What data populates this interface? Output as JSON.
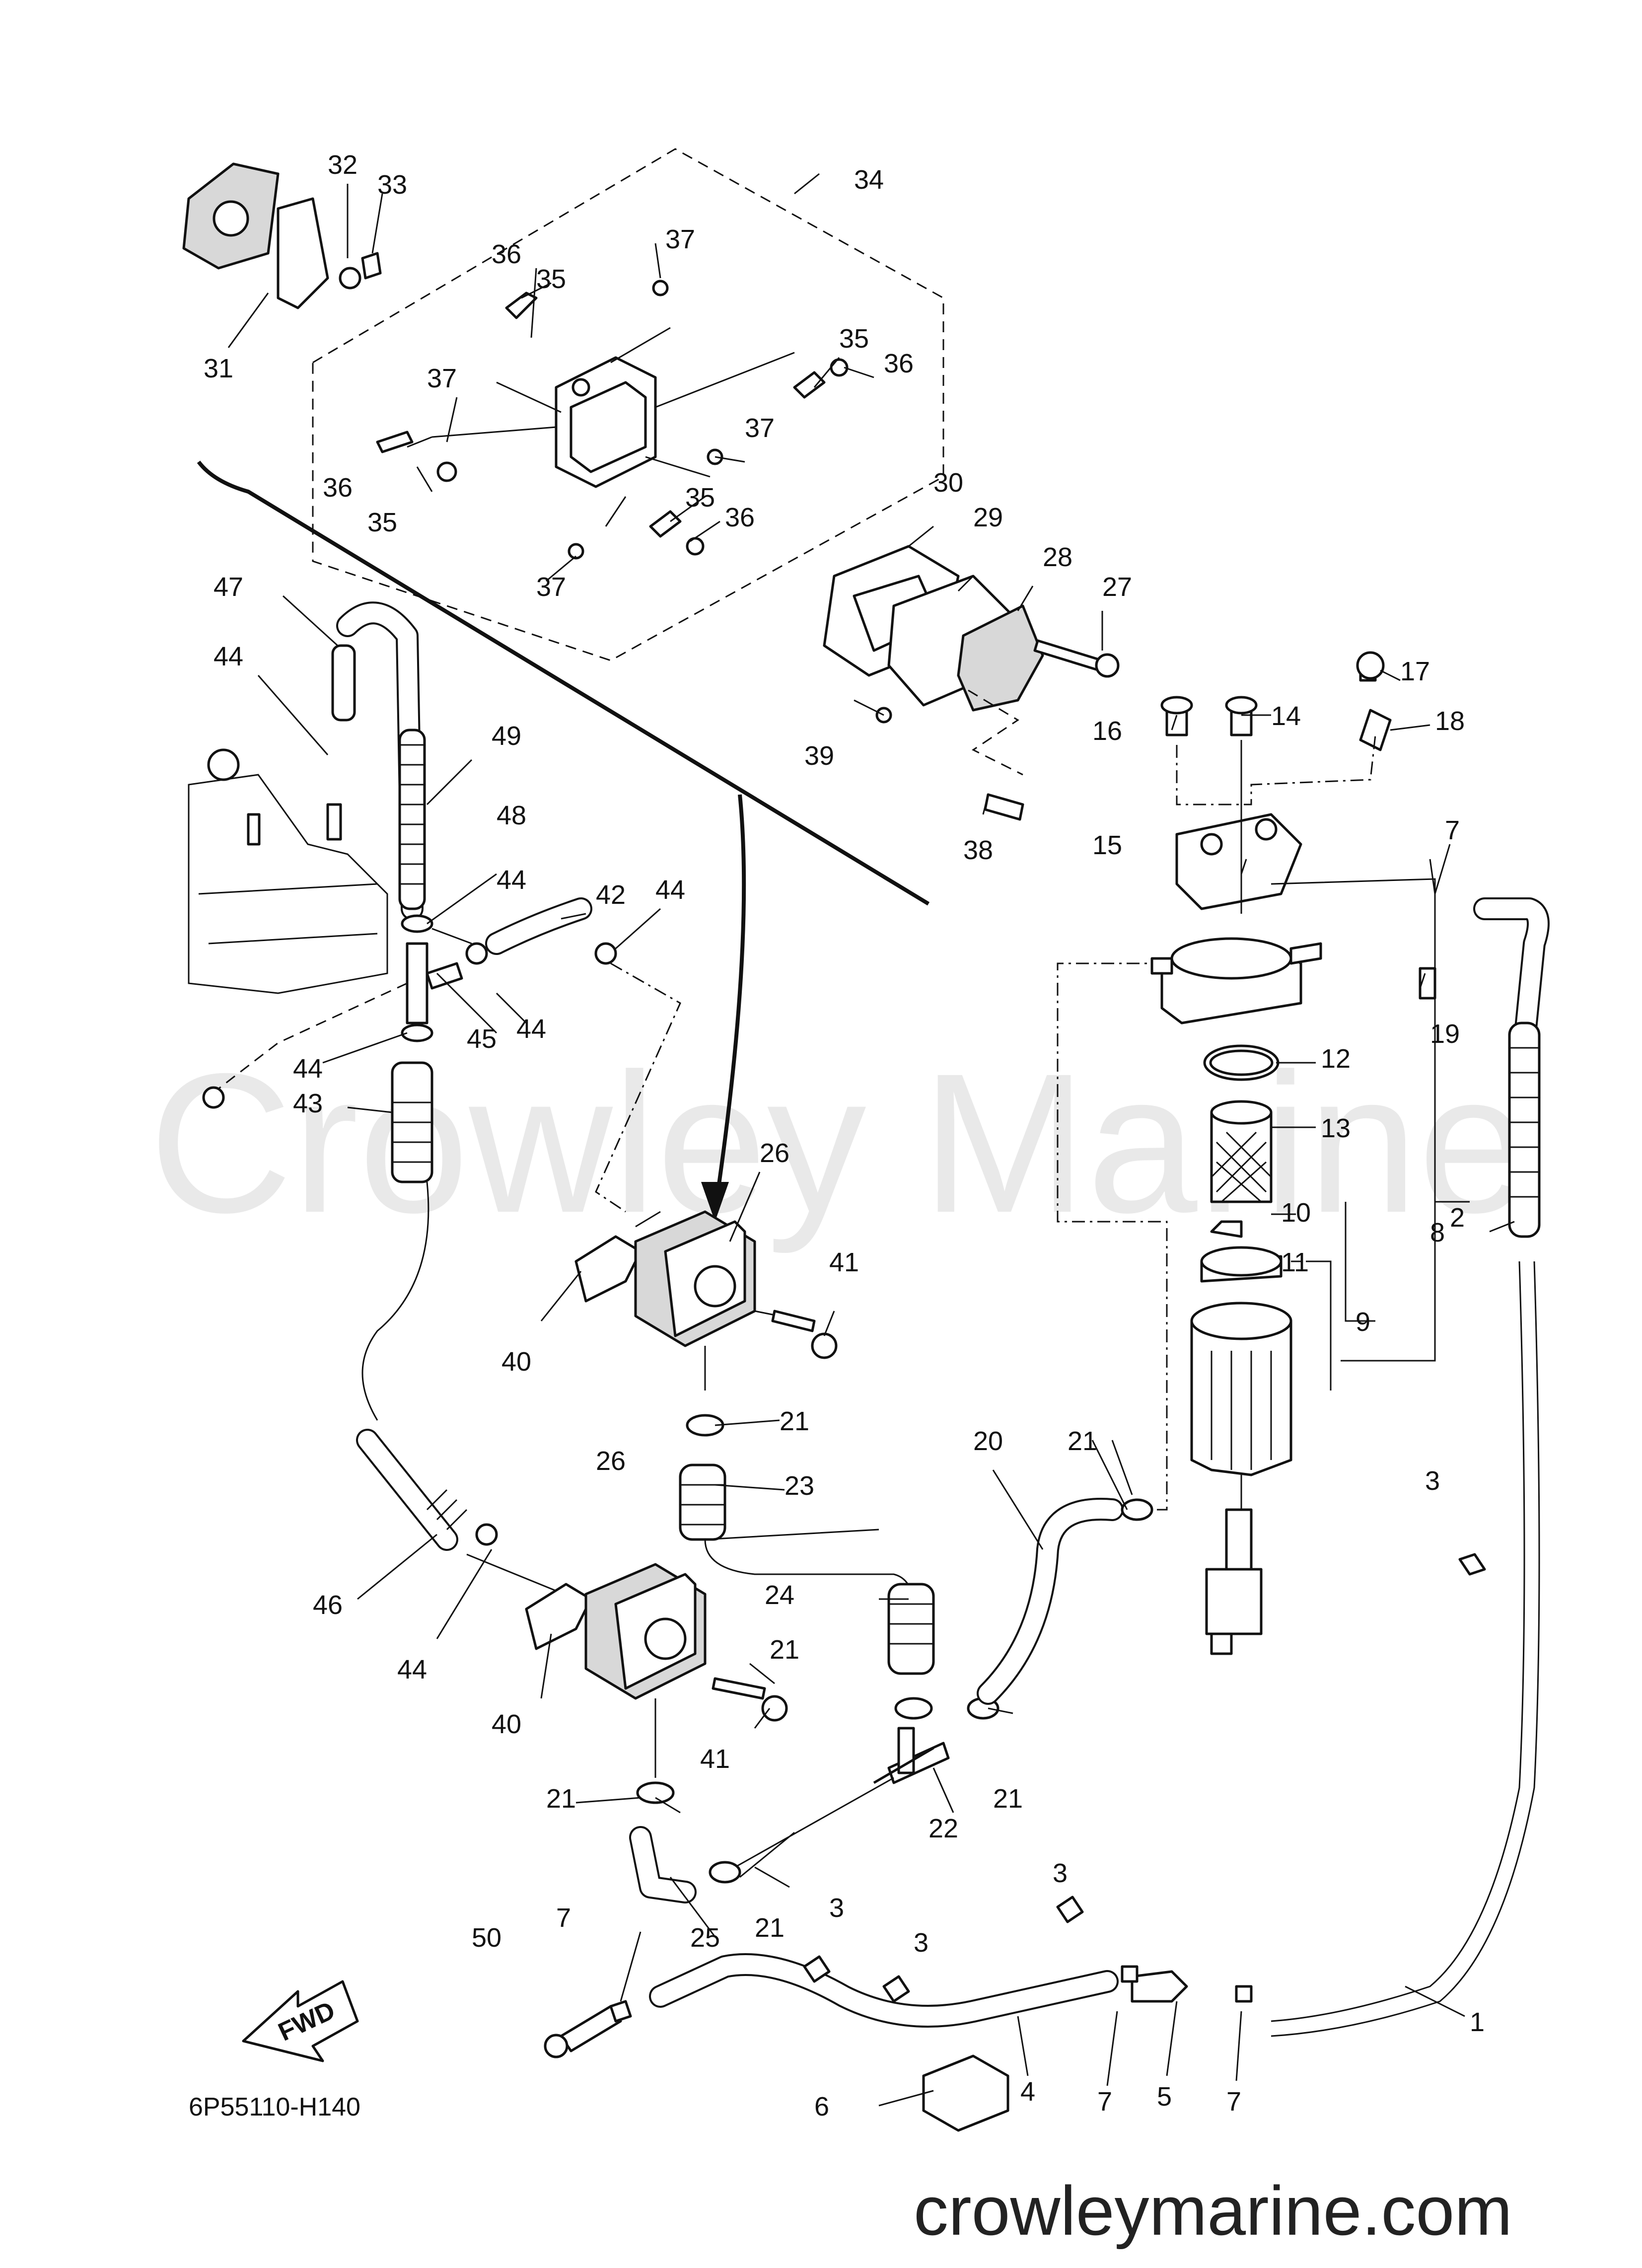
{
  "watermark": "Crowley Marine",
  "website": "crowleymarine.com",
  "diagram_code": "6P55110-H140",
  "fwd_label": "FWD",
  "callouts": [
    "1",
    "2",
    "3",
    "4",
    "5",
    "6",
    "7",
    "8",
    "9",
    "10",
    "11",
    "12",
    "13",
    "14",
    "15",
    "16",
    "17",
    "18",
    "19",
    "20",
    "21",
    "22",
    "23",
    "24",
    "25",
    "26",
    "27",
    "28",
    "29",
    "30",
    "31",
    "32",
    "33",
    "34",
    "35",
    "36",
    "37",
    "38",
    "39",
    "40",
    "41",
    "42",
    "43",
    "44",
    "45",
    "46",
    "47",
    "48",
    "49",
    "50"
  ]
}
